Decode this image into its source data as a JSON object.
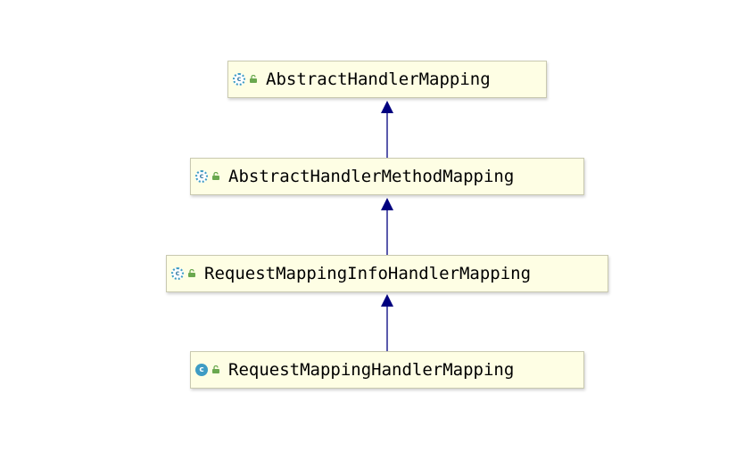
{
  "diagram": {
    "classes": [
      {
        "name": "AbstractHandlerMapping",
        "abstract": true,
        "class_icon": "abstract-class-icon",
        "visibility_icon": "public-lock-icon"
      },
      {
        "name": "AbstractHandlerMethodMapping",
        "abstract": true,
        "class_icon": "abstract-class-icon",
        "visibility_icon": "public-lock-icon"
      },
      {
        "name": "RequestMappingInfoHandlerMapping",
        "abstract": true,
        "class_icon": "abstract-class-icon",
        "visibility_icon": "public-lock-icon"
      },
      {
        "name": "RequestMappingHandlerMapping",
        "abstract": false,
        "class_icon": "class-icon",
        "visibility_icon": "public-lock-icon"
      }
    ],
    "edges": [
      {
        "from": "AbstractHandlerMethodMapping",
        "to": "AbstractHandlerMapping",
        "type": "extends"
      },
      {
        "from": "RequestMappingInfoHandlerMapping",
        "to": "AbstractHandlerMethodMapping",
        "type": "extends"
      },
      {
        "from": "RequestMappingHandlerMapping",
        "to": "RequestMappingInfoHandlerMapping",
        "type": "extends"
      }
    ],
    "colors": {
      "node_fill": "#fefee4",
      "node_border": "#c9c9b0",
      "arrow": "#00007f",
      "class_icon": "#3e9cc4",
      "visibility_icon": "#6aa84f"
    }
  }
}
